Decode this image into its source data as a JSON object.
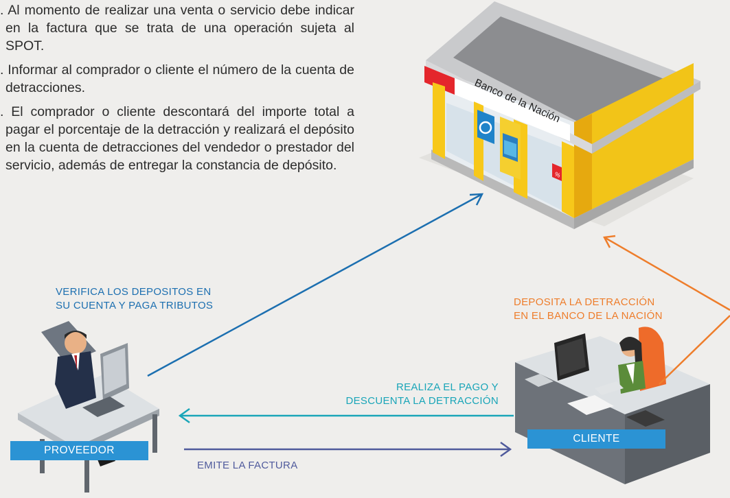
{
  "steps": [
    {
      "index": ".",
      "text": "Al momento de realizar una venta o servicio debe indicar en la factura que se trata de una operación sujeta al SPOT."
    },
    {
      "index": ".",
      "text": "Informar al comprador o cliente el número de la cuenta de detracciones."
    },
    {
      "index": ".",
      "text": "El comprador o cliente descontará del importe total a pagar el porcentaje de la detracción y realizará el depósito en la cuenta de detracciones del vendedor o prestador del servicio, además de entregar la constancia de depósito."
    }
  ],
  "bank": {
    "sign": "Banco de la Nación",
    "badge": "%"
  },
  "actors": {
    "provider": "PROVEEDOR",
    "client": "CLIENTE"
  },
  "flows": {
    "verifica": [
      "VERIFICA LOS DEPOSITOS EN",
      "SU CUENTA Y PAGA TRIBUTOS"
    ],
    "deposita": [
      "DEPOSITA LA DETRACCIÓN",
      "EN EL BANCO DE LA NACIÓN"
    ],
    "realiza": [
      "REALIZA EL PAGO Y",
      "DESCUENTA LA DETRACCIÓN"
    ],
    "emite": "EMITE LA FACTURA"
  },
  "colors": {
    "verifica": "#1c6fb0",
    "deposita": "#ee7d2b",
    "realiza": "#19a5b8",
    "emite": "#4f5a9c",
    "tag": "#2b93d4",
    "bank_yellow": "#f7c81a",
    "bank_red": "#e4262c"
  }
}
